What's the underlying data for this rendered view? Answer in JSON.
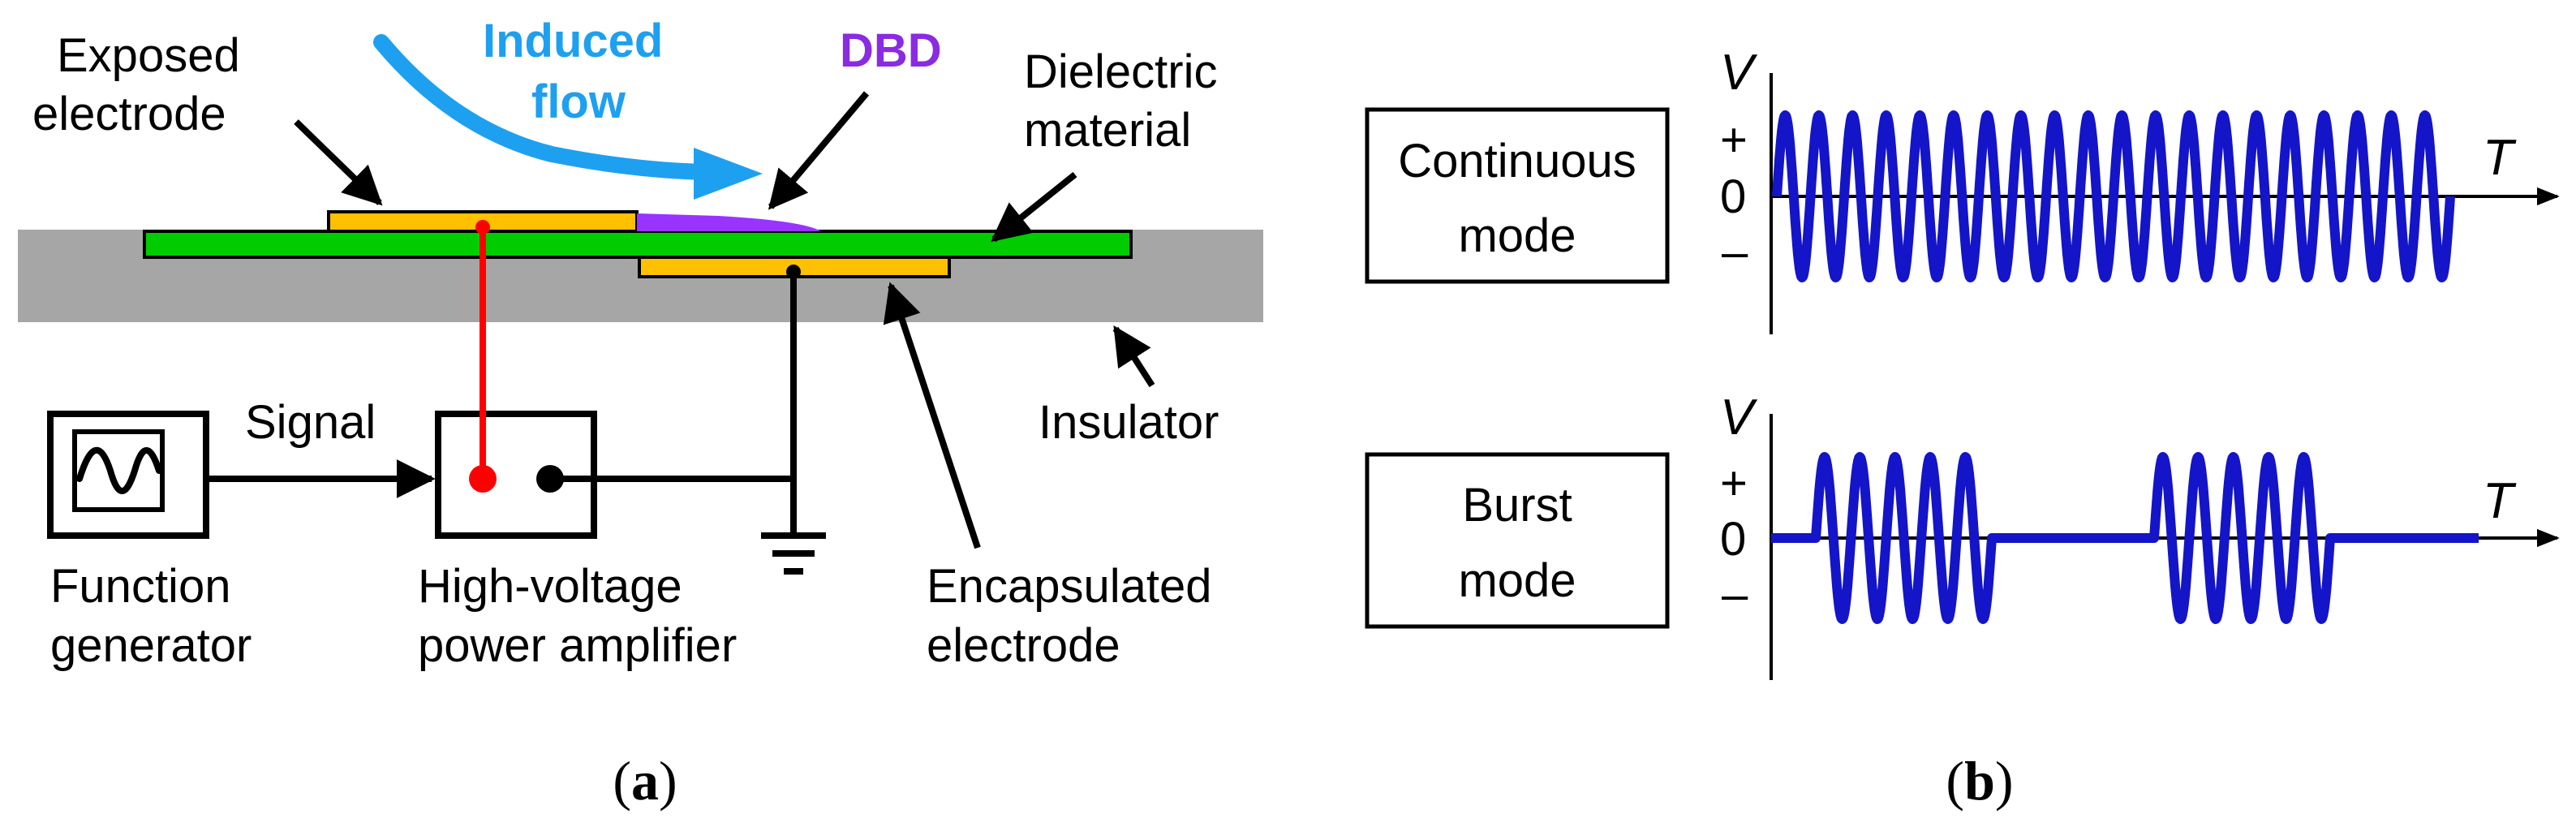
{
  "panel_a": {
    "labels": {
      "exposed_electrode_1": "Exposed",
      "exposed_electrode_2": "electrode",
      "induced_flow_1": "Induced",
      "induced_flow_2": "flow",
      "dbd": "DBD",
      "dielectric_1": "Dielectric",
      "dielectric_2": "material",
      "insulator": "Insulator",
      "signal": "Signal",
      "function_gen_1": "Function",
      "function_gen_2": "generator",
      "amplifier_1": "High-voltage",
      "amplifier_2": "power amplifier",
      "encapsulated_1": "Encapsulated",
      "encapsulated_2": "electrode"
    },
    "caption_open": "(",
    "caption_letter": "a",
    "caption_close": ")"
  },
  "panel_b": {
    "continuous": {
      "box_line1": "Continuous",
      "box_line2": "mode",
      "y_axis": "V",
      "x_axis": "T",
      "plus": "+",
      "zero": "0",
      "minus": "–"
    },
    "burst": {
      "box_line1": "Burst",
      "box_line2": "mode",
      "y_axis": "V",
      "x_axis": "T",
      "plus": "+",
      "zero": "0",
      "minus": "–"
    },
    "caption_open": "(",
    "caption_letter": "b",
    "caption_close": ")"
  },
  "colors": {
    "insulator": "#a6a6a6",
    "dielectric": "#00cc00",
    "electrode": "#ffc000",
    "plasma": "#9933ff",
    "flow": "#1ea0f0",
    "dbd_text": "#8a2be2",
    "hv_wire": "#ff0000",
    "waveform": "#1414c8"
  }
}
